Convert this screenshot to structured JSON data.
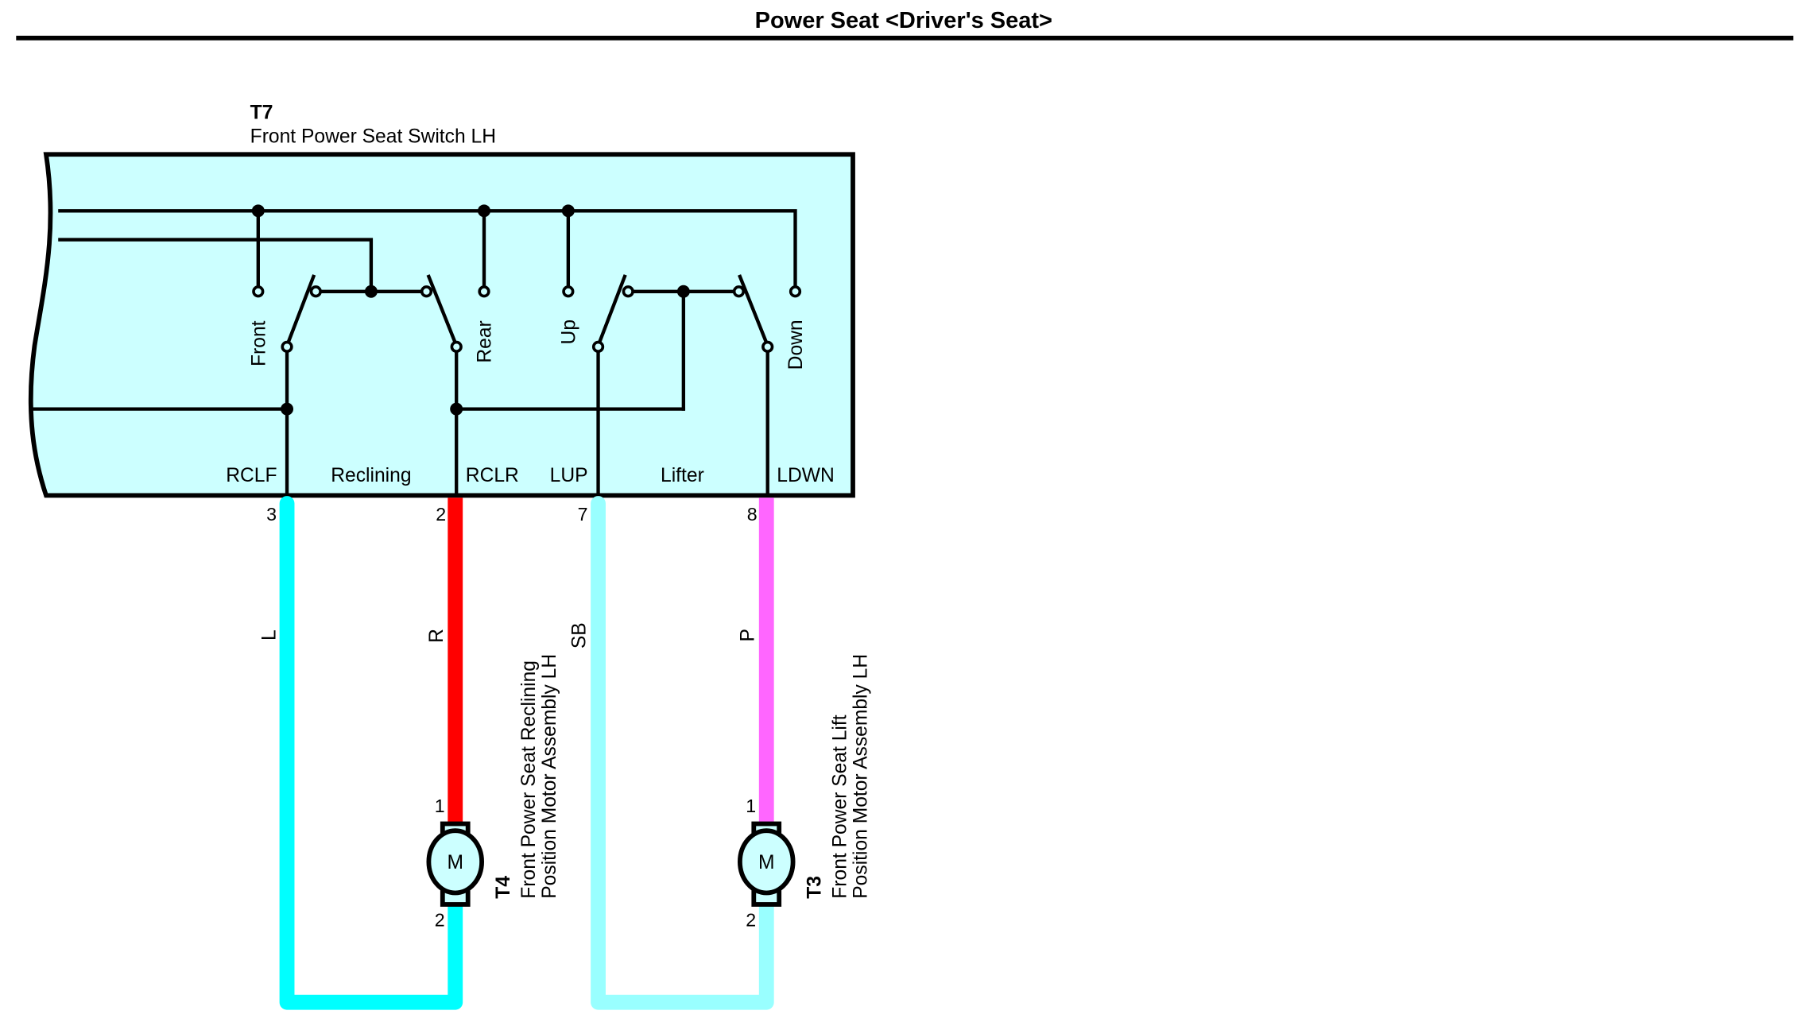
{
  "page": {
    "title": "Power Seat <Driver's Seat>"
  },
  "switch": {
    "code": "T7",
    "name": "Front Power Seat Switch LH",
    "fill_color": "#CCFFFF",
    "contact_labels": [
      "Front",
      "Rear",
      "Up",
      "Down"
    ],
    "terminal_labels": [
      "RCLF",
      "Reclining",
      "RCLR",
      "LUP",
      "Lifter",
      "LDWN"
    ]
  },
  "wires": [
    {
      "pin_switch": "3",
      "color_code": "L",
      "color": "#00FFFF",
      "terminal": "RCLF"
    },
    {
      "pin_switch": "2",
      "color_code": "R",
      "color": "#FF0000",
      "terminal": "RCLR"
    },
    {
      "pin_switch": "7",
      "color_code": "SB",
      "color": "#99FFFF",
      "terminal": "LUP"
    },
    {
      "pin_switch": "8",
      "color_code": "P",
      "color": "#FF66FF",
      "terminal": "LDWN"
    }
  ],
  "motors": [
    {
      "code": "T4",
      "line1": "Front Power Seat Reclining",
      "line2": "Position Motor Assembly LH",
      "symbol": "M",
      "pin_top": "1",
      "pin_bottom": "2"
    },
    {
      "code": "T3",
      "line1": "Front Power Seat Lift",
      "line2": "Position Motor Assembly LH",
      "symbol": "M",
      "pin_top": "1",
      "pin_bottom": "2"
    }
  ]
}
